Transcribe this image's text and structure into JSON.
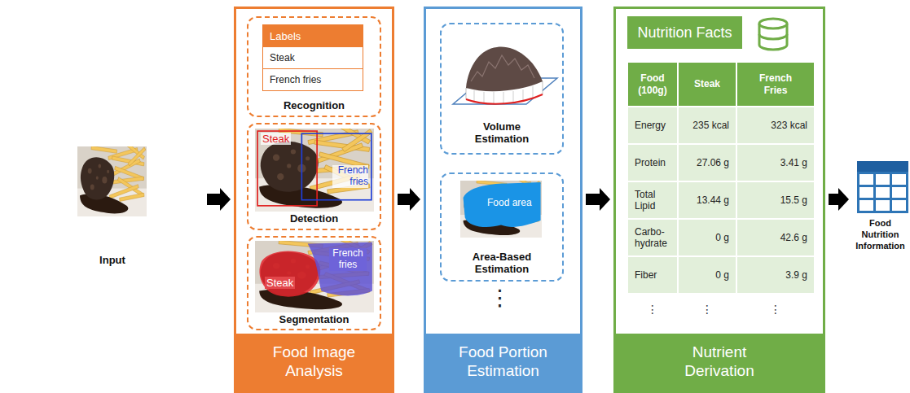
{
  "diagram": {
    "nodes": [
      {
        "text": [
          "Input"
        ]
      },
      {
        "text": [
          "Food Image Analysis"
        ]
      },
      {
        "text": [
          "Recognition"
        ],
        "in": 1
      },
      {
        "text": [
          "Labels",
          "Steak",
          "French fries"
        ],
        "in": 2
      },
      {
        "text": [
          "Detection"
        ],
        "in": 1
      },
      {
        "text": [
          "Segmentation"
        ],
        "in": 1
      },
      {
        "text": [
          "Food Portion Estimation"
        ]
      },
      {
        "text": [
          "Volume Estimation"
        ],
        "in": 6
      },
      {
        "text": [
          "Area-Based Estimation"
        ],
        "in": 6
      },
      {
        "text": [
          "Nutrient Derivation"
        ]
      },
      {
        "text": [
          "Nutrition Facts"
        ],
        "in": 9
      },
      {
        "text": [
          "Food Nutrition Information"
        ]
      }
    ],
    "edges": [
      {
        "from": 0,
        "to": 1,
        "arrow": "to"
      },
      {
        "from": 1,
        "to": 6,
        "arrow": "to"
      },
      {
        "from": 6,
        "to": 9,
        "arrow": "to"
      },
      {
        "from": 9,
        "to": 11,
        "arrow": "to"
      }
    ],
    "labels": [
      "Steak",
      "French fries",
      "Steak",
      "French fries",
      "Food area",
      "⋮",
      "Food (100g)",
      "Steak",
      "French Fries",
      "Energy",
      "235 kcal",
      "323 kcal",
      "Protein",
      "27.06 g",
      "3.41 g",
      "Total Lipid",
      "13.44 g",
      "15.5 g",
      "Carbo- hydrate",
      "0 g",
      "42.6 g",
      "Fiber",
      "0 g",
      "3.9 g",
      "⋮",
      "⋮",
      "⋮"
    ]
  }
}
